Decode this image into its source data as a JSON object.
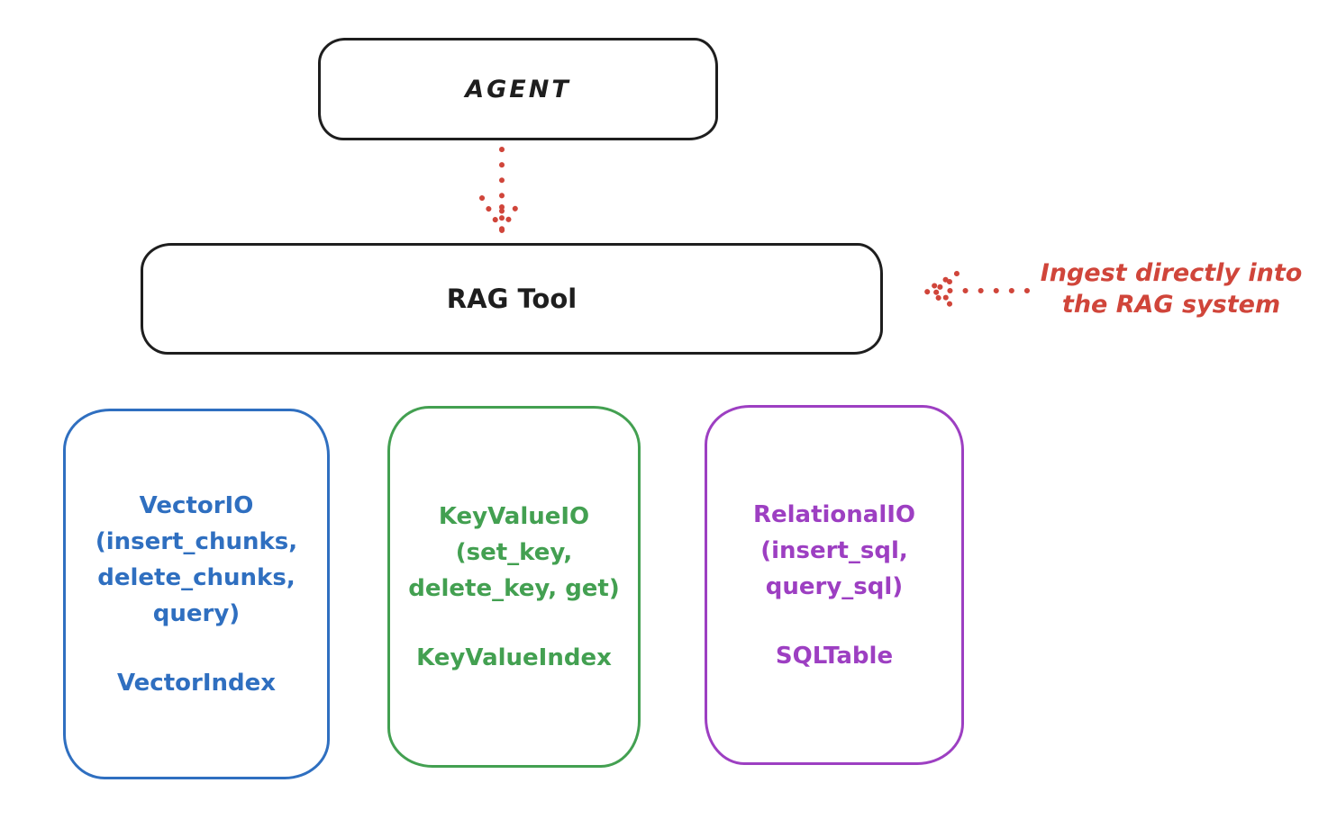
{
  "colors": {
    "ink_black": "#1e1e1e",
    "arrow_red": "#d0453a",
    "vector_blue": "#2f6fc0",
    "keyvalue_green": "#43a051",
    "relational_purple": "#9d3fc2",
    "background": "#ffffff"
  },
  "nodes": {
    "agent": {
      "label": "AGENT"
    },
    "rag_tool": {
      "label": "RAG Tool"
    },
    "vector_io": {
      "lines": [
        "VectorIO",
        "(insert_chunks,",
        "delete_chunks,",
        "query)"
      ],
      "index_label": "VectorIndex",
      "color": "#2f6fc0"
    },
    "key_value_io": {
      "lines": [
        "KeyValueIO",
        "(set_key,",
        "delete_key, get)"
      ],
      "index_label": "KeyValueIndex",
      "color": "#43a051"
    },
    "relational_io": {
      "lines": [
        "RelationalIO",
        "(insert_sql,",
        "query_sql)"
      ],
      "index_label": "SQLTable",
      "color": "#9d3fc2"
    }
  },
  "annotation": {
    "lines": [
      "Ingest directly into",
      "the RAG system"
    ],
    "color": "#d0453a"
  },
  "arrows": {
    "agent_to_rag_tool": {
      "style": "dotted",
      "color": "#d0453a",
      "direction": "down"
    },
    "annotation_to_rag_tool": {
      "style": "dotted",
      "color": "#d0453a",
      "direction": "left"
    }
  }
}
